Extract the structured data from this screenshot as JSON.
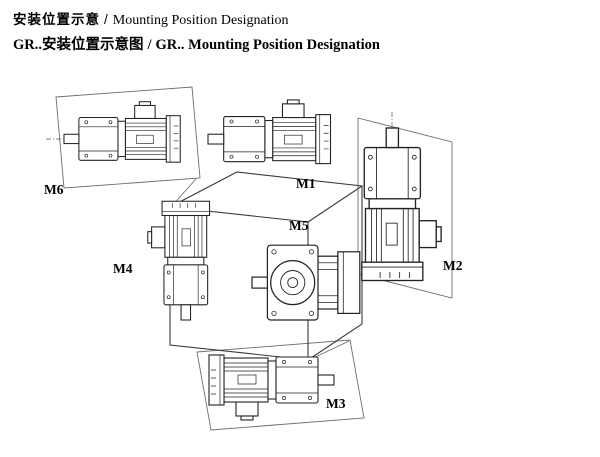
{
  "header": {
    "line1_zh": "安装位置示意",
    "line1_divider": "/",
    "line1_en": "Mounting Position Designation",
    "line2_zh": "GR..安装位置示意图",
    "line2_divider": "/",
    "line2_en": "GR.. Mounting Position Designation"
  },
  "diagram": {
    "labels": {
      "m1": "M1",
      "m2": "M2",
      "m3": "M3",
      "m4": "M4",
      "m5": "M5",
      "m6": "M6"
    }
  }
}
